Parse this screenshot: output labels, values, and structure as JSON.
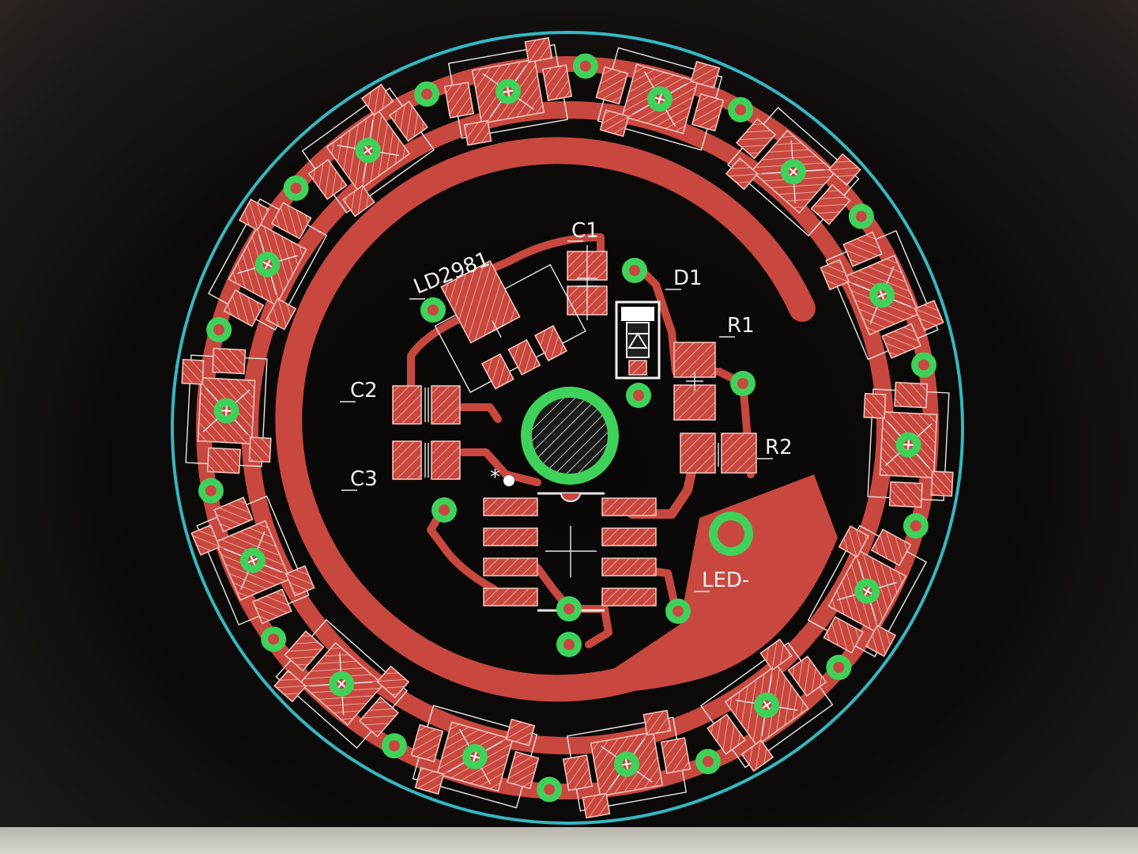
{
  "board": {
    "colors": {
      "copper": "#c8483f",
      "board_edge": "#36b7c0",
      "via": "#3fd25a",
      "silkscreen": "#e8e8e8",
      "background": "#0a0908"
    },
    "labels": {
      "c1": "C1",
      "c2": "C2",
      "c3": "C3",
      "d1": "D1",
      "r1": "R1",
      "r2": "R2",
      "ld": "LD2981",
      "led_minus": "LED-",
      "pin1_mark": "*"
    },
    "led_count": 14
  }
}
